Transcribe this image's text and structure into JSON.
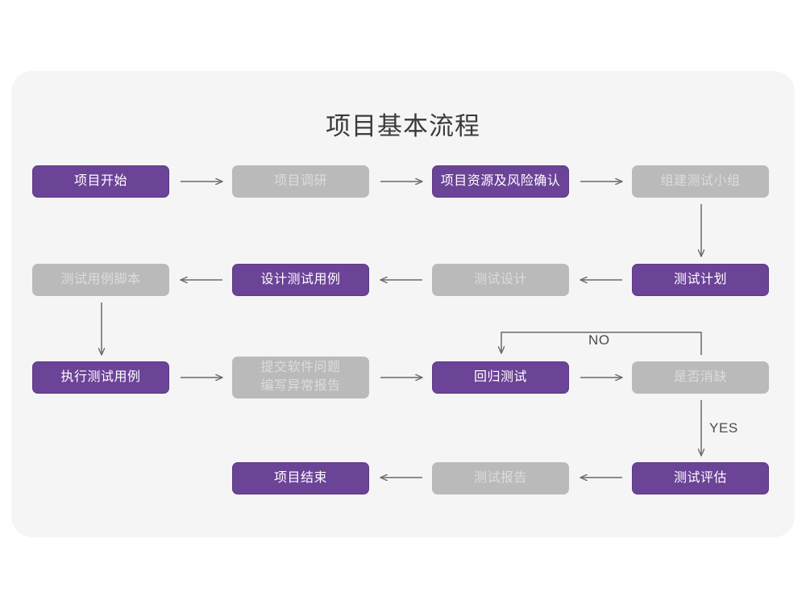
{
  "page": {
    "title": "项目基本流程",
    "background": "#ffffff",
    "card_background": "#f5f5f6"
  },
  "palette": {
    "accent_purple": "#6b4397",
    "muted_gray": "#bababa",
    "gray_text": "#dcdcdc",
    "arrow": "#6a6a6a",
    "title_text": "#3b3b3b"
  },
  "flow": {
    "rows": [
      {
        "row_name": "row-1-initiation",
        "direction": "left-to-right",
        "nodes": [
          {
            "id": "n1",
            "label": "项目开始",
            "style": "purple"
          },
          {
            "id": "n2",
            "label": "项目调研",
            "style": "gray"
          },
          {
            "id": "n3",
            "label": "项目资源及风险确认",
            "style": "purple"
          },
          {
            "id": "n4",
            "label": "组建测试小组",
            "style": "gray"
          }
        ]
      },
      {
        "row_name": "row-2-planning",
        "direction": "right-to-left",
        "nodes": [
          {
            "id": "n8",
            "label": "测试用例脚本",
            "style": "gray"
          },
          {
            "id": "n7",
            "label": "设计测试用例",
            "style": "purple"
          },
          {
            "id": "n6",
            "label": "测试设计",
            "style": "gray"
          },
          {
            "id": "n5",
            "label": "测试计划",
            "style": "purple"
          }
        ]
      },
      {
        "row_name": "row-3-execution",
        "direction": "left-to-right",
        "nodes": [
          {
            "id": "n9",
            "label": "执行测试用例",
            "style": "purple"
          },
          {
            "id": "n10",
            "label": "提交软件问题\n编写异常报告",
            "style": "gray"
          },
          {
            "id": "n11",
            "label": "回归测试",
            "style": "purple"
          },
          {
            "id": "n12",
            "label": "是否消缺",
            "style": "gray"
          }
        ]
      },
      {
        "row_name": "row-4-closure",
        "direction": "right-to-left",
        "nodes": [
          {
            "id": "n15",
            "label": "项目结束",
            "style": "purple"
          },
          {
            "id": "n14",
            "label": "测试报告",
            "style": "gray"
          },
          {
            "id": "n13",
            "label": "测试评估",
            "style": "purple"
          }
        ]
      }
    ],
    "edge_labels": [
      {
        "id": "no-label",
        "text": "NO"
      },
      {
        "id": "yes-label",
        "text": "YES"
      }
    ]
  }
}
